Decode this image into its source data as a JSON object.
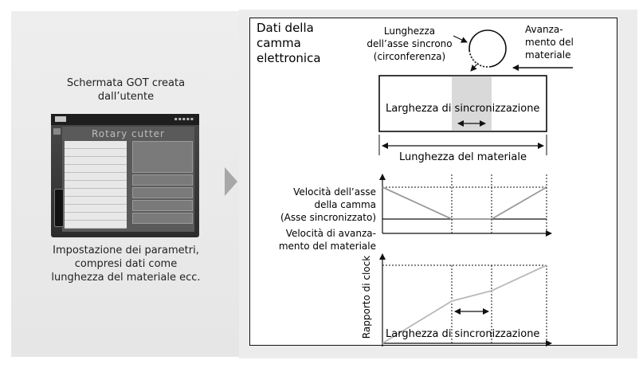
{
  "left": {
    "caption_top": [
      "Schermata GOT creata",
      "dall’utente"
    ],
    "caption_bottom": [
      "Impostazione dei parametri,",
      "compresi dati come",
      "lunghezza del materiale ecc."
    ],
    "screen_title": "Rotary cutter"
  },
  "diagram": {
    "title": [
      "Dati della",
      "camma",
      "elettronica"
    ],
    "sync_axis_label": [
      "Lunghezza",
      "dell’asse sincrono",
      "(circonferenza)"
    ],
    "feed_label": [
      "Avanza-",
      "mento del",
      "materiale"
    ],
    "sync_width_label": "Larghezza di sincronizzazione",
    "material_length_label": "Lunghezza del materiale",
    "cam_speed_label": [
      "Velocità dell’asse",
      "della camma",
      "(Asse sincronizzato)"
    ],
    "feed_speed_label": [
      "Velocità di avanza-",
      "mento del materiale"
    ],
    "clock_ratio_label": "Rapporto di clock",
    "sync_width_label_bottom": "Larghezza di sincronizzazione"
  },
  "colors": {
    "panel_bg": "#ececec",
    "sync_zone": "#d9d9d9",
    "curve": "#9a9a9a",
    "ink": "#111111"
  }
}
